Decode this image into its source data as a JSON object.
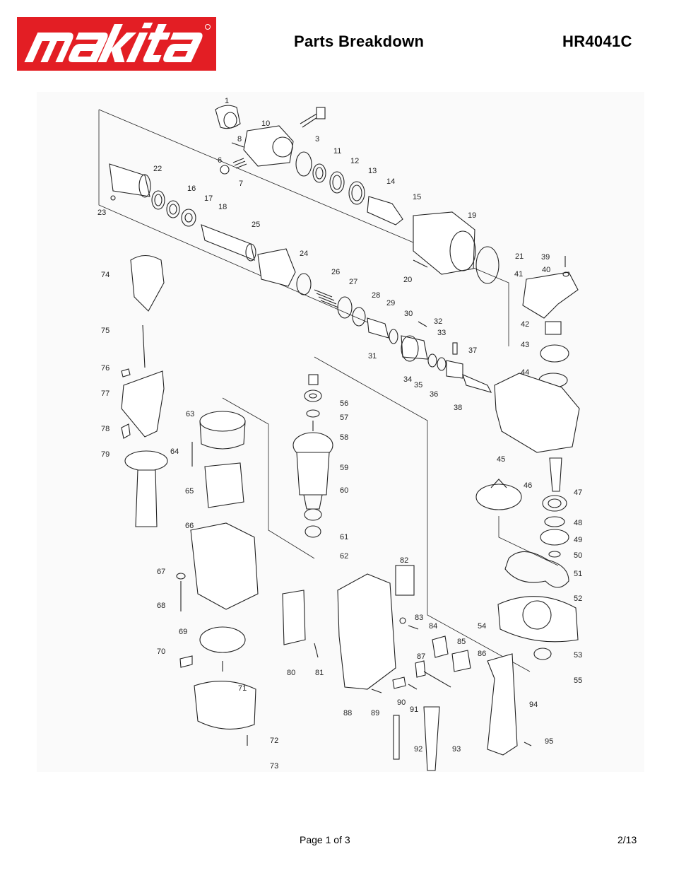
{
  "brand": {
    "name": "makita",
    "color": "#e31e24"
  },
  "header": {
    "title": "Parts Breakdown",
    "model": "HR4041C"
  },
  "diagram": {
    "part_labels": [
      "1",
      "3",
      "6",
      "7",
      "8",
      "10",
      "11",
      "12",
      "13",
      "14",
      "15",
      "16",
      "17",
      "18",
      "19",
      "20",
      "21",
      "22",
      "23",
      "24",
      "25",
      "26",
      "27",
      "28",
      "29",
      "30",
      "31",
      "32",
      "33",
      "34",
      "35",
      "36",
      "37",
      "38",
      "39",
      "40",
      "41",
      "42",
      "43",
      "44",
      "45",
      "46",
      "47",
      "48",
      "49",
      "50",
      "51",
      "52",
      "53",
      "54",
      "55",
      "56",
      "57",
      "58",
      "59",
      "60",
      "61",
      "62",
      "63",
      "64",
      "65",
      "66",
      "67",
      "68",
      "69",
      "70",
      "71",
      "72",
      "73",
      "74",
      "75",
      "76",
      "77",
      "78",
      "79",
      "80",
      "81",
      "82",
      "83",
      "84",
      "85",
      "86",
      "87",
      "88",
      "89",
      "90",
      "91",
      "92",
      "93",
      "94",
      "95"
    ]
  },
  "footer": {
    "page": "Page 1 of 3",
    "date": "2/13"
  }
}
